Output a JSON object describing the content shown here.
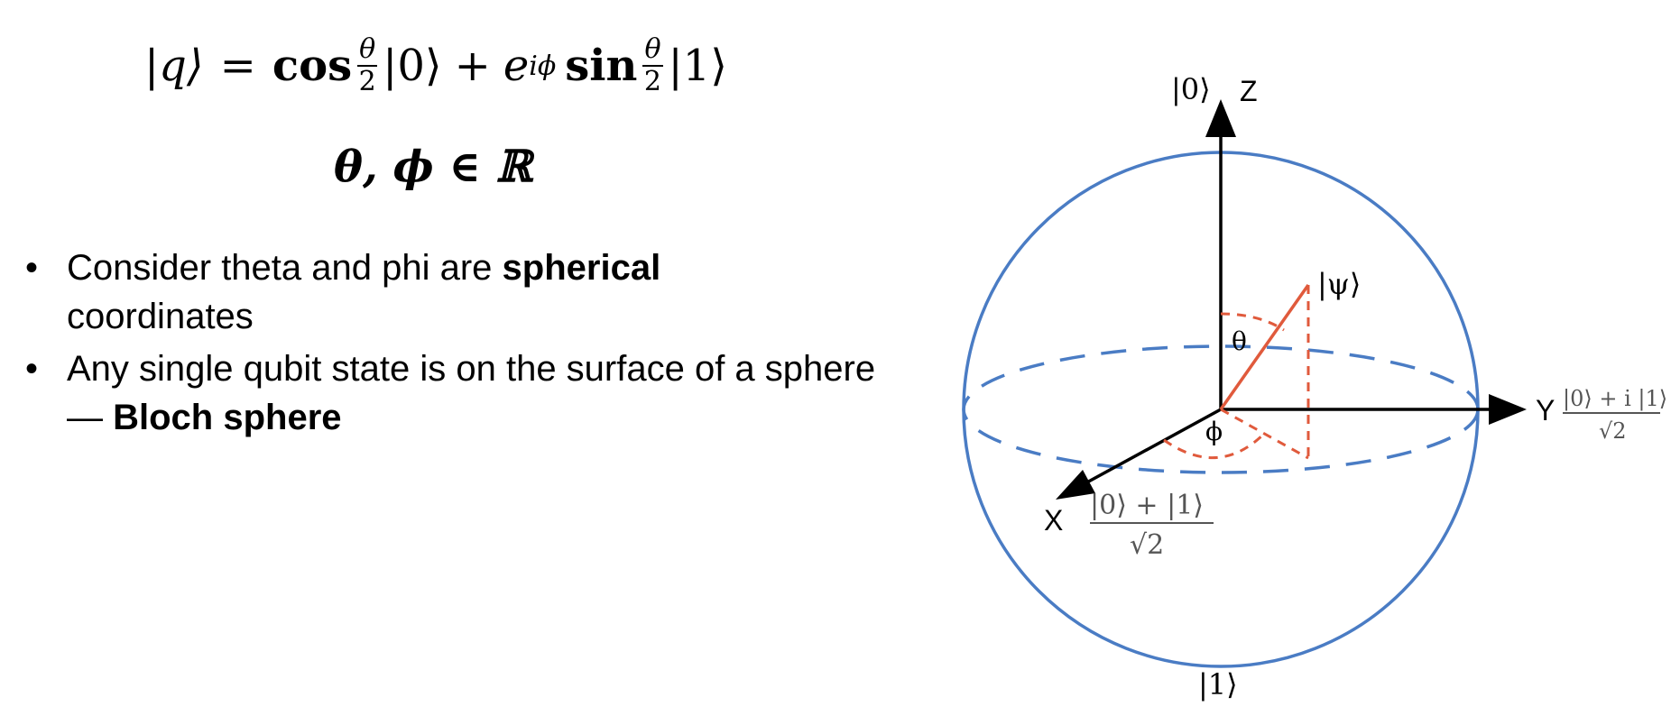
{
  "equation": {
    "ket_q": "|q⟩",
    "equals": "=",
    "cos": "cos",
    "sin": "sin",
    "half_num": "θ",
    "half_den": "2",
    "ket0": "|0⟩",
    "plus": "+",
    "e": "e",
    "exp": "iϕ",
    "ket1": "|1⟩"
  },
  "domain_eq": "θ, ϕ ∈ ℝ",
  "bullets": [
    {
      "pre": "Consider theta and phi are ",
      "bold": "spherical",
      "post": " coordinates"
    },
    {
      "pre": "Any single qubit state is on the surface of a sphere — ",
      "bold": "Bloch sphere",
      "post": ""
    }
  ],
  "bloch": {
    "colors": {
      "sphere": "#4a7cc4",
      "equator": "#4a7cc4",
      "state": "#e05a3c",
      "axes": "#000000",
      "arc": "#e05a3c"
    },
    "top_ket": "|0⟩",
    "bottom_ket": "|1⟩",
    "z_label": "Z",
    "x_label": "X",
    "y_label": "Y",
    "psi_label": "|ψ⟩",
    "theta_label": "θ",
    "phi_label": "ϕ",
    "x_state_num": "|0⟩ + |1⟩",
    "x_state_den": "√2",
    "y_state_num": "|0⟩ + i |1⟩",
    "y_state_den": "√2"
  }
}
